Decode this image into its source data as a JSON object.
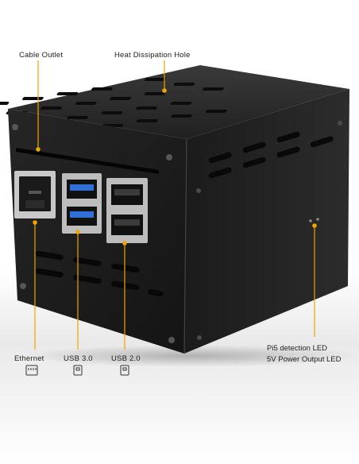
{
  "labels": {
    "cable_outlet": "Cable Outlet",
    "heat_dissipation": "Heat Dissipation Hole",
    "ethernet": "Ethernet",
    "usb3": "USB 3.0",
    "usb2": "USB 2.0",
    "led_line1": "Pi5 detection LED",
    "led_line2": "5V Power Output LED"
  },
  "colors": {
    "accent": "#f0a400",
    "case": "#1f1f1f",
    "usb3_blue": "#2f6fd6"
  },
  "icons": [
    "ethernet-port-icon",
    "usb3-port-icon",
    "usb2-port-icon"
  ]
}
